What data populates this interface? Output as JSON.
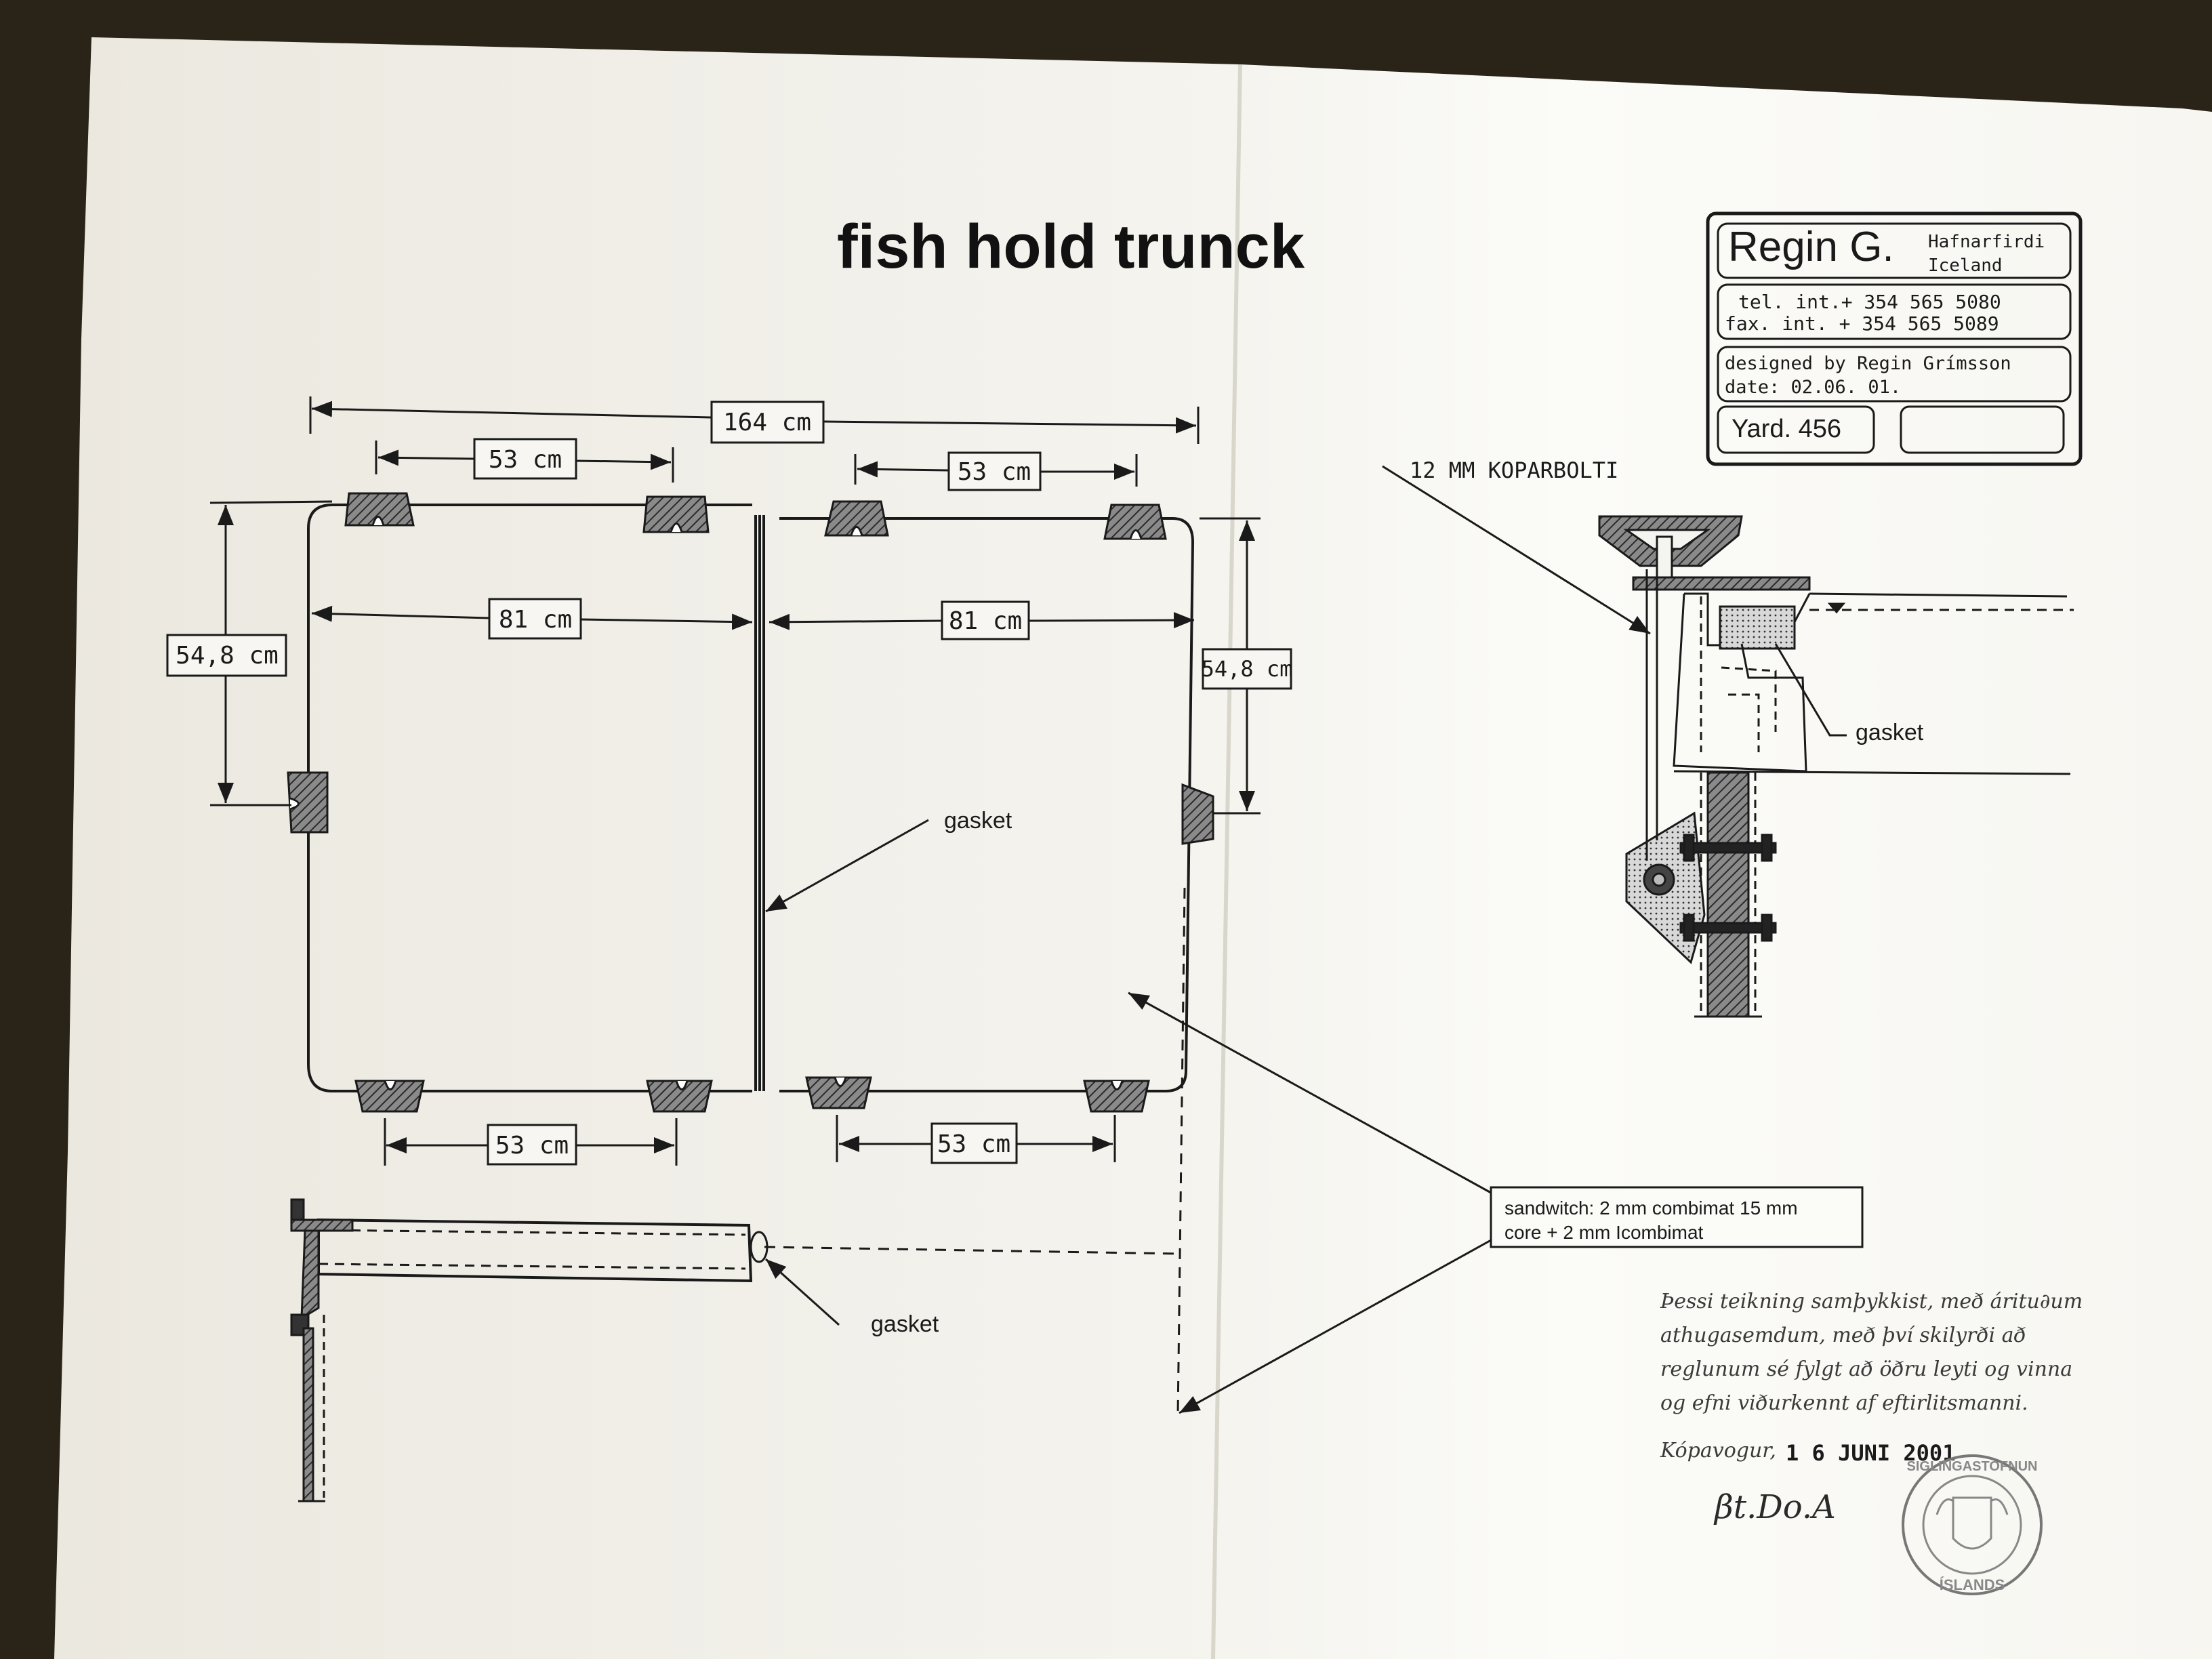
{
  "title": "fish hold trunck",
  "title_block": {
    "company": "Regin G.",
    "location_line1": "Hafnarfirdi",
    "location_line2": "Iceland",
    "tel": "tel. int.+ 354 565 5080",
    "fax": "fax. int. + 354 565 5089",
    "designed_by": "designed by Regin Grímsson",
    "date": "date: 02.06. 01.",
    "yard": "Yard. 456"
  },
  "dimensions": {
    "overall_width": "164 cm",
    "top_left_spacing": "53 cm",
    "top_right_spacing": "53 cm",
    "left_half_width": "81 cm",
    "right_half_width": "81 cm",
    "left_height": "54,8 cm",
    "right_height": "54,8 cm",
    "bottom_left_spacing": "53 cm",
    "bottom_right_spacing": "53 cm"
  },
  "labels": {
    "gasket_center": "gasket",
    "gasket_section": "gasket",
    "gasket_bottom": "gasket",
    "bolt": "12 MM KOPARBOLTI",
    "sandwich_line1": "sandwitch: 2 mm combimat 15 mm",
    "sandwich_line2": "core + 2 mm Icombimat"
  },
  "approval": {
    "line1": "Þessi teikning samþykkist, með áritu∂um",
    "line2": "athugasemdum, með því skilyrði að",
    "line3": "reglunum sé fylgt að öðru leyti og vinna",
    "line4": "og efni viðurkennt af eftirlitsmanni.",
    "place": "Kópavogur,",
    "stamp_date": "1 6 JUNI 2001",
    "signature": "βt.Do.A",
    "seal_top": "SIGLINGASTOFNUN",
    "seal_bottom": "ÍSLANDS"
  },
  "colors": {
    "paper": "#f4f3ee",
    "paper_shadow": "#e6e3da",
    "ink": "#1a1a1a",
    "background": "#2a2418"
  }
}
